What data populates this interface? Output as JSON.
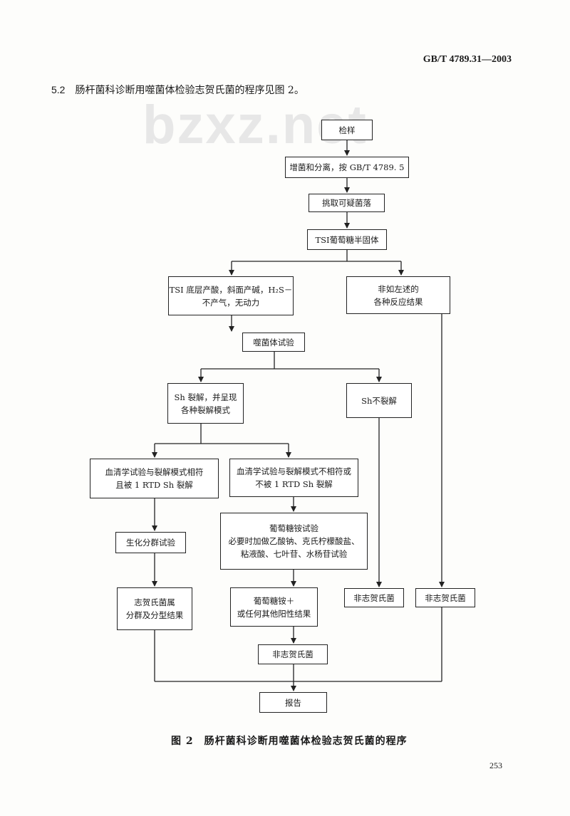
{
  "header": {
    "standard": "GB/T 4789.31—2003"
  },
  "watermark": "bzxz.net",
  "intro": {
    "number": "5.2",
    "text": "肠杆菌科诊断用噬菌体检验志贺氏菌的程序见图 2。"
  },
  "flowchart": {
    "sample": "检样",
    "enrich": "增菌和分离，按 GB/T 4789. 5",
    "pick": "挑取可疑菌落",
    "tsi": "TSI葡萄糖半固体",
    "tsi_result": "TSI 底层产酸，斜面产碱，H₂S－\n不产气，无动力",
    "other_result": "非如左述的\n各种反应结果",
    "phage_test": "噬菌体试验",
    "sh_lysis": "Sh 裂解，并呈现\n各种裂解模式",
    "sh_no_lysis": "Sh不裂解",
    "serum_match": "血清学试验与裂解模式相符\n且被 1 RTD Sh 裂解",
    "serum_mismatch": "血清学试验与裂解模式不相符或\n不被 1 RTD Sh 裂解",
    "biochem": "生化分群试验",
    "glucosamine": "葡萄糖铵试验\n必要时加做乙酸钠、克氏柠檬酸盐、\n粘液酸、七叶苷、水杨苷试验",
    "shigella_result": "志贺氏菌属\n分群及分型结果",
    "glucosamine_pos": "葡萄糖铵＋\n或任何其他阳性结果",
    "non_shigella_1": "非志贺氏菌",
    "non_shigella_2": "非志贺氏菌",
    "non_shigella_3": "非志贺氏菌",
    "report": "报告"
  },
  "caption": "图 2　肠杆菌科诊断用噬菌体检验志贺氏菌的程序",
  "page_number": "253"
}
